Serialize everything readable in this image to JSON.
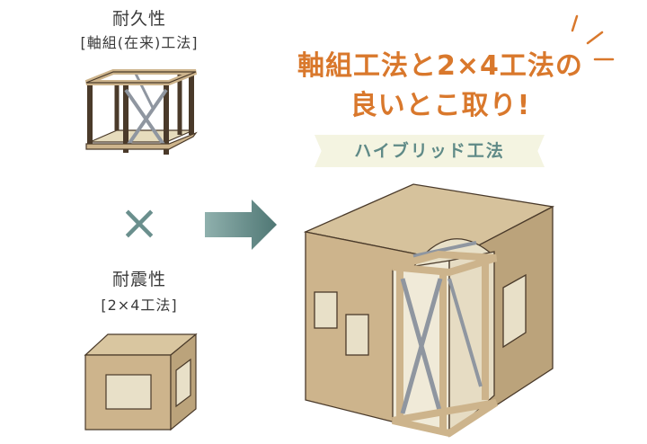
{
  "left": {
    "top_title": "耐久性",
    "top_subtitle": "[軸組(在来)工法]",
    "multiply_symbol": "×",
    "bottom_title": "耐震性",
    "bottom_subtitle": "[2×4工法]"
  },
  "headline": {
    "line1": "軸組工法と2×4工法の",
    "line2": "良いとこ取り!"
  },
  "ribbon_label": "ハイブリッド工法",
  "colors": {
    "accent": "#d9782c",
    "teal": "#5f8a87",
    "wood": "#cdb48c",
    "outline": "#4a3a2a"
  }
}
